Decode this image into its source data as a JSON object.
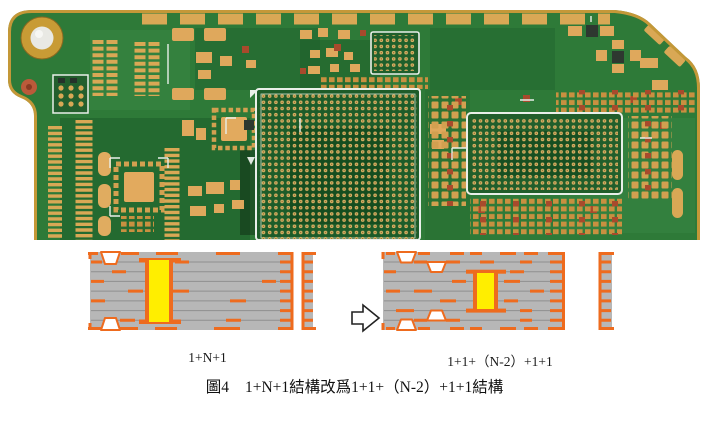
{
  "figure": {
    "labels": {
      "left": "1+N+1",
      "right": "1+1+（N-2）+1+1"
    },
    "caption": {
      "number": "圖4",
      "text": "1+N+1結構改爲1+1+（N-2）+1+1結構"
    },
    "stackup_diagrams": {
      "internal_layer_lines_each": 7,
      "left_highlight": "full-depth yellow via",
      "right_highlight": "mid-depth yellow via"
    }
  },
  "icons": {
    "transform_arrow": "rightwards-hollow-arrow"
  },
  "colors": {
    "pcb_board_green": "#2e7a38",
    "pcb_dark_green": "#1d5c29",
    "pcb_pad_gold": "#d9a855",
    "pcb_edge_gold": "#c49838",
    "pcb_silkscreen_white": "#e9efe9",
    "pcb_component_red": "#a84a2c",
    "stackup_substrate_gray": "#b7b7b7",
    "stackup_layer_line_gray": "#8f8f8f",
    "stackup_copper_orange": "#ee6b1e",
    "stackup_via_yellow": "#ffee00",
    "page_background": "#ffffff"
  }
}
